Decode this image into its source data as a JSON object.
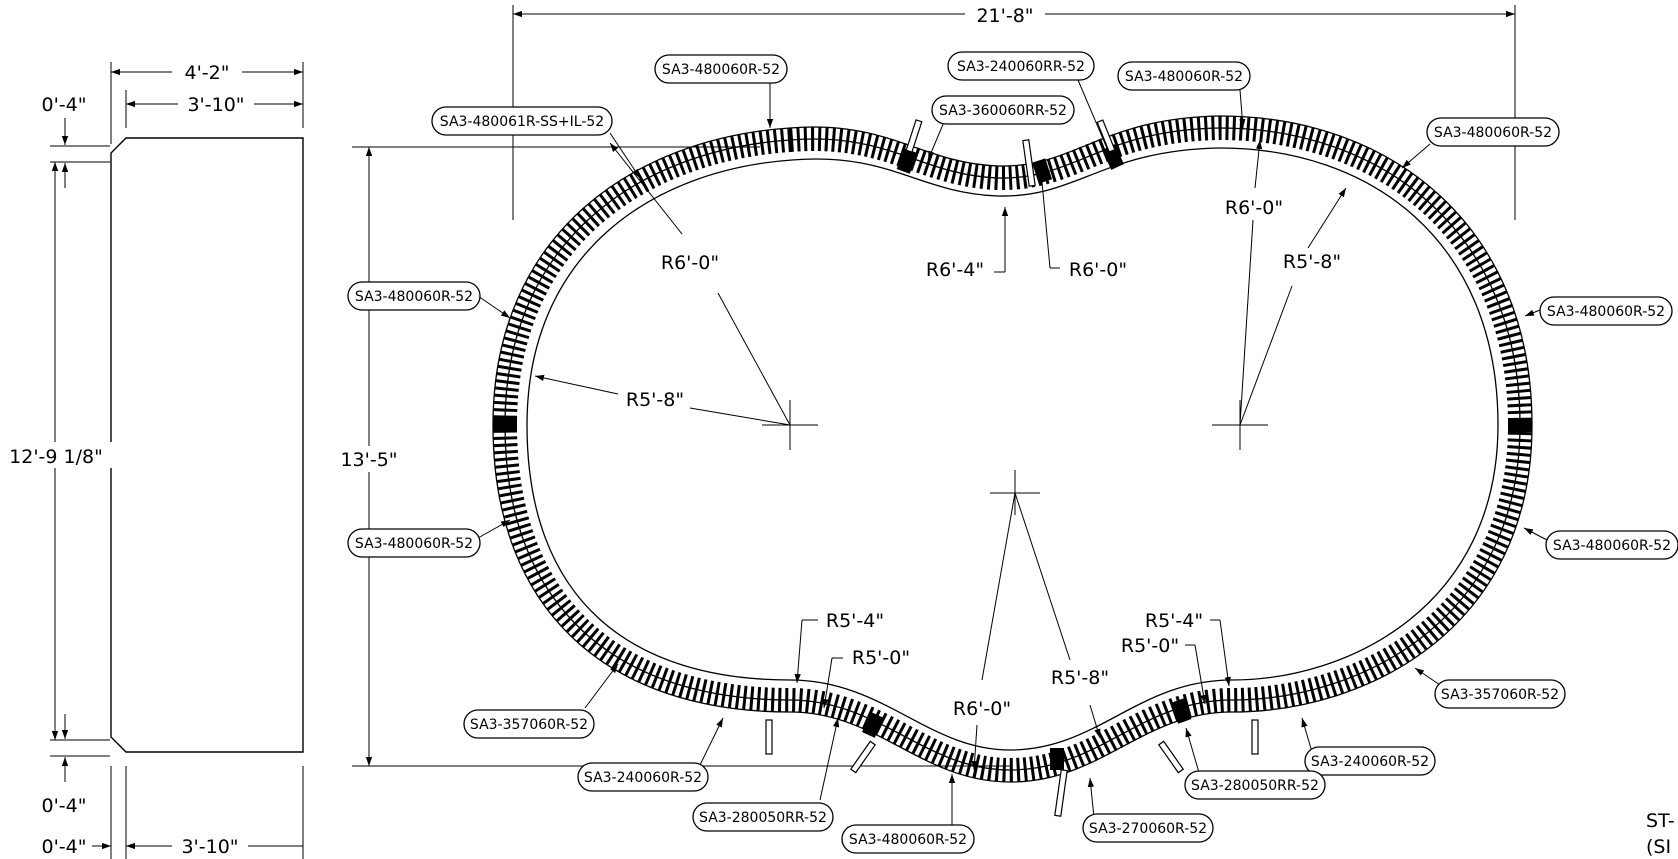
{
  "dimensions": {
    "overall_width": "21'-8\"",
    "overall_height": "13'-5\"",
    "panel_width": "4'-2\"",
    "panel_inner_top": "3'-10\"",
    "panel_inner_bottom": "3'-10\"",
    "panel_height": "12'-9 1/8\"",
    "offset_top": "0'-4\"",
    "offset_bottom": "0'-4\"",
    "offset_bottom_left": "0'-4\""
  },
  "radii": {
    "r_top_left_outer": "R6'-0\"",
    "r_top_left_inner": "R5'-8\"",
    "r_top_mid_inner": "R6'-4\"",
    "r_top_mid_outer": "R6'-0\"",
    "r_top_right_outer": "R6'-0\"",
    "r_top_right_inner": "R5'-8\"",
    "r_bot_left_a": "R5'-4\"",
    "r_bot_left_b": "R5'-0\"",
    "r_bot_mid": "R6'-0\"",
    "r_bot_mid_b": "R5'-8\"",
    "r_bot_right_a": "R5'-4\"",
    "r_bot_right_b": "R5'-0\""
  },
  "callouts": [
    "SA3-480060R-52",
    "SA3-240060RR-52",
    "SA3-480060R-52",
    "SA3-480061R-SS+IL-52",
    "SA3-360060RR-52",
    "SA3-480060R-52",
    "SA3-480060R-52",
    "SA3-480060R-52",
    "SA3-480060R-52",
    "SA3-480060R-52",
    "SA3-357060R-52",
    "SA3-357060R-52",
    "SA3-240060R-52",
    "SA3-240060R-52",
    "SA3-280050RR-52",
    "SA3-280050RR-52",
    "SA3-480060R-52",
    "SA3-270060R-52"
  ],
  "corner_note": [
    "ST-",
    "(SI"
  ]
}
